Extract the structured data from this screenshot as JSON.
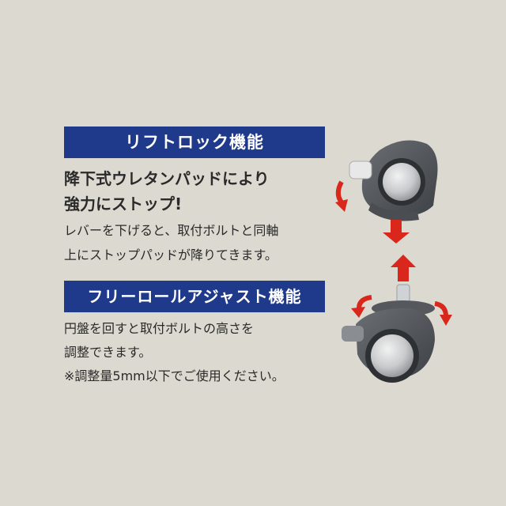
{
  "section1": {
    "heading": "リフトロック機能",
    "headline": [
      "降下式ウレタンパッドにより",
      "強力にストップ!"
    ],
    "body": [
      "レバーを下げると、取付ボルトと同軸",
      "上にストップパッドが降りてきます。"
    ]
  },
  "section2": {
    "heading": "フリーロールアジャスト機能",
    "body": [
      "円盤を回すと取付ボルトの高さを",
      "調整できます。",
      "※調整量5mm以下でご使用ください。"
    ]
  },
  "colors": {
    "heading_bg": "#1f3a8a",
    "arrow_red": "#d9271c",
    "background": "#dcd9d0"
  }
}
